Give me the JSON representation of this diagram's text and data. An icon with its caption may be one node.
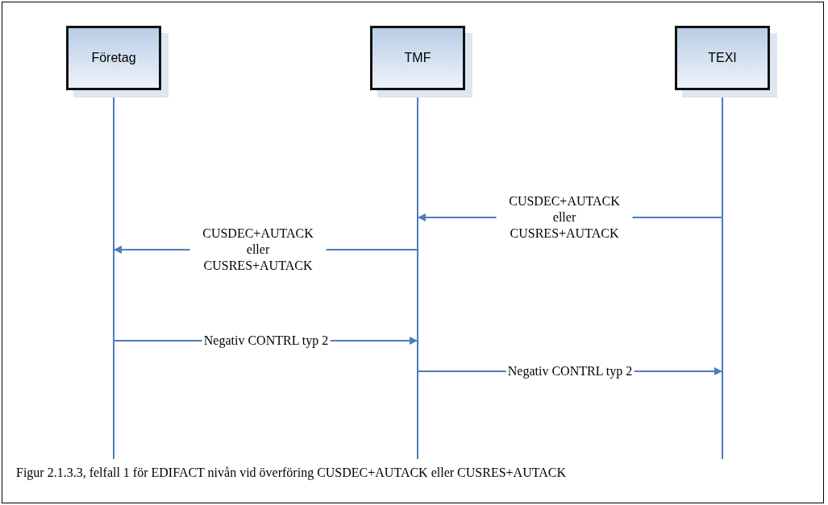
{
  "diagram": {
    "caption": "Figur 2.1.3.3, felfall 1 för EDIFACT nivån vid överföring CUSDEC+AUTACK eller CUSRES+AUTACK",
    "nodes": [
      {
        "text": [
          "Företag"
        ]
      },
      {
        "text": [
          "TMF"
        ]
      },
      {
        "text": [
          "TEXI"
        ]
      }
    ],
    "edges": [
      {
        "from": 2,
        "to": 1,
        "arrow": "to",
        "label": "CUSDEC+AUTACK eller CUSRES+AUTACK"
      },
      {
        "from": 1,
        "to": 0,
        "arrow": "to",
        "label": "CUSDEC+AUTACK eller CUSRES+AUTACK"
      },
      {
        "from": 0,
        "to": 1,
        "arrow": "to",
        "label": "Negativ CONTRL typ 2"
      },
      {
        "from": 1,
        "to": 2,
        "arrow": "to",
        "label": "Negativ CONTRL typ 2"
      }
    ]
  }
}
